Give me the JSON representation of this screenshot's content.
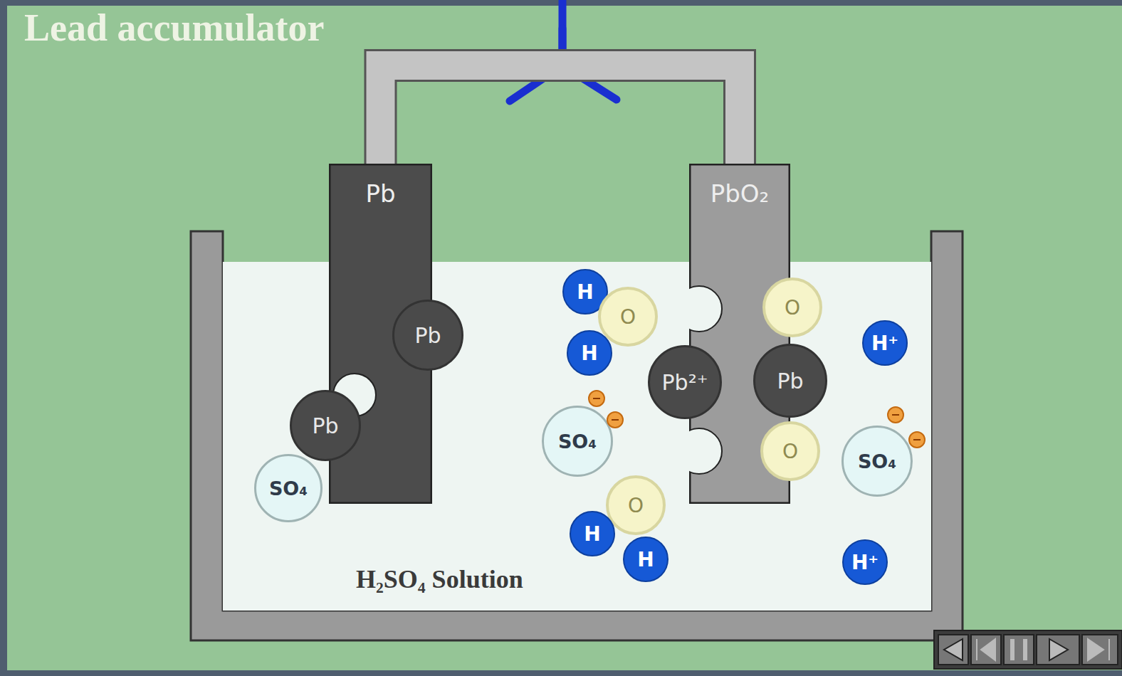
{
  "diagram": {
    "title": "Lead accumulator",
    "nodes": [
      {
        "text": [
          "Pb"
        ]
      },
      {
        "text": [
          "PbO₂"
        ]
      },
      {
        "text": [
          "Pb"
        ]
      },
      {
        "text": [
          "Pb"
        ]
      },
      {
        "text": [
          "SO₄"
        ]
      },
      {
        "text": [
          "H"
        ]
      },
      {
        "text": [
          "O"
        ]
      },
      {
        "text": [
          "H"
        ]
      },
      {
        "text": [
          "SO₄"
        ]
      },
      {
        "text": [
          "O"
        ]
      },
      {
        "text": [
          "H"
        ]
      },
      {
        "text": [
          "H"
        ]
      },
      {
        "text": [
          "Pb²⁺"
        ]
      },
      {
        "text": [
          "O"
        ]
      },
      {
        "text": [
          "Pb"
        ]
      },
      {
        "text": [
          "O"
        ]
      },
      {
        "text": [
          "H⁺"
        ]
      },
      {
        "text": [
          "SO₄"
        ]
      },
      {
        "text": [
          "H⁺"
        ]
      }
    ],
    "edges": [
      {
        "from": 0,
        "to": 1,
        "arrow": "none"
      }
    ],
    "labels": [
      "H₂SO₄ Solution"
    ]
  }
}
